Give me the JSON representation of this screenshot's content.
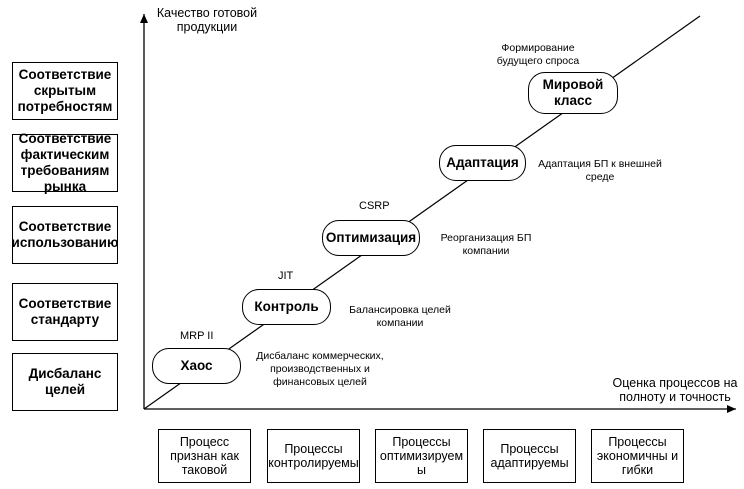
{
  "axes": {
    "y_label": "Качество готовой\nпродукции",
    "x_label": "Оценка процессов на\nполноту и точность"
  },
  "quality_levels": [
    "Соответствие\nскрытым\nпотребностям",
    "Соответствие\nфактическим\nтребованиям\nрынка",
    "Соответствие\nиспользованию",
    "Соответствие\nстандарту",
    "Дисбаланс\nцелей"
  ],
  "stages": [
    "Хаос",
    "Контроль",
    "Оптимизация",
    "Адаптация",
    "Мировой\nкласс"
  ],
  "systems": [
    "MRP II",
    "JIT",
    "CSRP"
  ],
  "annotations": [
    "Дисбаланс коммерческих,\nпроизводственных и\nфинансовых целей",
    "Балансировка целей\nкомпании",
    "Реорганизация БП\nкомпании",
    "Адаптация БП к внешней\nсреде",
    "Формирование\nбудущего спроса"
  ],
  "process_levels": [
    "Процесс\nпризнан как\nтаковой",
    "Процессы\nконтролируемы",
    "Процессы\nоптимизируем\nы",
    "Процессы\nадаптируемы",
    "Процессы\nэкономичны и\nгибки"
  ]
}
